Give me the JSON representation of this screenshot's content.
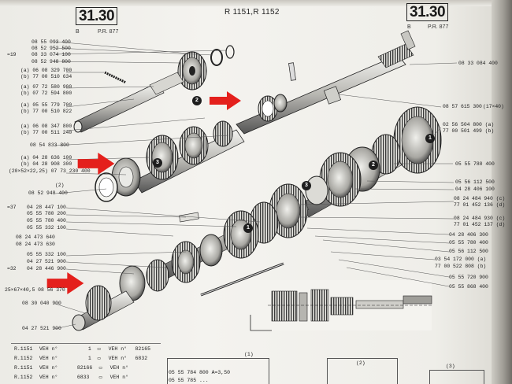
{
  "header": {
    "section_left": "31.30",
    "section_right": "31.30",
    "ref_left": "P.R. 877",
    "ref_right": "P.R. 877",
    "sub_left": "B",
    "sub_right": "B",
    "model": "R 1151,R 1152"
  },
  "left_callouts": [
    "08 55 093 400",
    "08 52 952 500",
    "08 33 074 100",
    "08 52 948 800",
    "(a) 06 08 329 700",
    "(b) 77 00 510 634",
    "(a) 07 72 580 900",
    "(b) 07 72 594 800",
    "(a) 05 55 779 700",
    "(b) 77 00 510 822",
    "(a) 06 08 347 800",
    "(b) 77 00 511 240",
    "08 54 833 800",
    "(a) 04 28 636 100",
    "(b) 04 28 908 300",
    "(20×52×22,25) 07 73 230 400",
    "08 52 948 400",
    "04 28 447 100",
    "05 55 780 200",
    "05 55 780 400",
    "05 55 332 100",
    "08 24 473 640",
    "08 24 473 630",
    "05 55 332 100",
    "04 27 521 900",
    "04 28 446 900",
    "08 30 040 900",
    "04 27 521 900"
  ],
  "left_prefix_marks": [
    "=19",
    "=37",
    "=32"
  ],
  "left_callout_extra": "25×67×40,5 08 56 370",
  "right_callouts": [
    "08 33 084 400",
    "08 57 615 300",
    "02 56 504 800 (a)",
    "77 00 501 499 (b)",
    "05 55 780 400",
    "05 56 112 500",
    "04 28 406 100",
    "08 24 484 940 (c)",
    "77 01 452 136 (d)",
    "08 24 484 930 (c)",
    "77 01 452 137 (d)",
    "04 28 406 300",
    "05 55 780 400",
    "05 56 112 500",
    "03 54 172 000 (a)",
    "77 00 522 808 (b)",
    "05 55 720 900",
    "05 55 868 400"
  ],
  "right_callout_extra": "(17×40)",
  "bubbles": [
    "1",
    "2",
    "3",
    "1",
    "2",
    "3"
  ],
  "table": {
    "rows": [
      {
        "model": "R.1151",
        "col1": "VEH n°",
        "from": "1",
        "to": "VEH n°",
        "value": "82165"
      },
      {
        "model": "R.1152",
        "col1": "VEH n°",
        "from": "1",
        "to": "VEH n°",
        "value": "6832"
      },
      {
        "model": "R.1151",
        "col1": "VEH n°",
        "from": "82166",
        "to": "VEH n°",
        "value": ""
      },
      {
        "model": "R.1152",
        "col1": "VEH n°",
        "from": "6833",
        "to": "VEH n°",
        "value": ""
      }
    ]
  },
  "bottom": {
    "label1": "(1)",
    "label2": "(2)",
    "label3": "(3)",
    "partnos": "05 55 784 800 A=3,50",
    "partnos2": "05 55 785 ..."
  }
}
